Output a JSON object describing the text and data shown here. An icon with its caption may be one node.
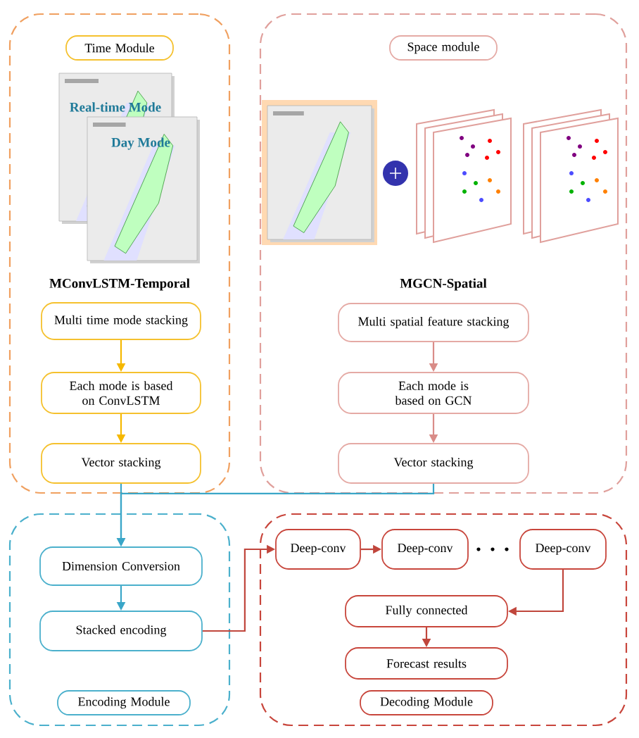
{
  "diagram": {
    "nodes": [
      {
        "text": [],
        "shape": "box"
      },
      {
        "text": [
          "Time Module"
        ],
        "in": 0
      },
      {
        "text": [
          "Multi time mode stacking"
        ],
        "in": 0
      },
      {
        "text": [
          "Each mode is based on ConvLSTM"
        ],
        "in": 0
      },
      {
        "text": [
          "Vector stacking"
        ],
        "in": 0
      },
      {
        "text": [],
        "shape": "box"
      },
      {
        "text": [
          "Space module"
        ],
        "in": 5
      },
      {
        "text": [
          "Multi spatial feature stacking"
        ],
        "in": 5
      },
      {
        "text": [
          "Each mode is based on GCN"
        ],
        "in": 5
      },
      {
        "text": [
          "Vector stacking"
        ],
        "in": 5
      },
      {
        "text": [],
        "shape": "box"
      },
      {
        "text": [
          "Dimension Conversion"
        ],
        "in": 10
      },
      {
        "text": [
          "Stacked encoding"
        ],
        "in": 10
      },
      {
        "text": [
          "Encoding Module"
        ],
        "in": 10
      },
      {
        "text": [],
        "shape": "box"
      },
      {
        "text": [
          "Deep-conv"
        ],
        "in": 14
      },
      {
        "text": [
          "Deep-conv"
        ],
        "in": 14
      },
      {
        "text": [
          "Deep-conv"
        ],
        "in": 14
      },
      {
        "text": [
          "Fully connected"
        ],
        "in": 14
      },
      {
        "text": [
          "Forecast results"
        ],
        "in": 14
      },
      {
        "text": [
          "Decoding Module"
        ],
        "in": 14
      }
    ],
    "edges": [
      {
        "from": 2,
        "to": 3,
        "arrow": "to",
        "color": "#f5b800"
      },
      {
        "from": 3,
        "to": 4,
        "arrow": "to",
        "color": "#f5b800"
      },
      {
        "from": 7,
        "to": 8,
        "arrow": "to",
        "color": "#d98c88"
      },
      {
        "from": 8,
        "to": 9,
        "arrow": "to",
        "color": "#d98c88"
      },
      {
        "from": 4,
        "to": 11,
        "arrow": "to",
        "color": "#3aa6c8"
      },
      {
        "from": 9,
        "to": 11,
        "arrow": "to",
        "color": "#3aa6c8"
      },
      {
        "from": 11,
        "to": 12,
        "arrow": "to",
        "color": "#3aa6c8"
      },
      {
        "from": 12,
        "to": 15,
        "arrow": "to",
        "color": "#c0463c"
      },
      {
        "from": 15,
        "to": 16,
        "arrow": "to",
        "color": "#c0463c"
      },
      {
        "from": 17,
        "to": 18,
        "arrow": "to",
        "color": "#c0463c"
      },
      {
        "from": 18,
        "to": 19,
        "arrow": "to",
        "color": "#c0463c"
      }
    ],
    "labels": [
      "Real-time Mode",
      "Day Mode",
      "MConvLSTM-Temporal",
      "MGCN-Spatial"
    ]
  }
}
